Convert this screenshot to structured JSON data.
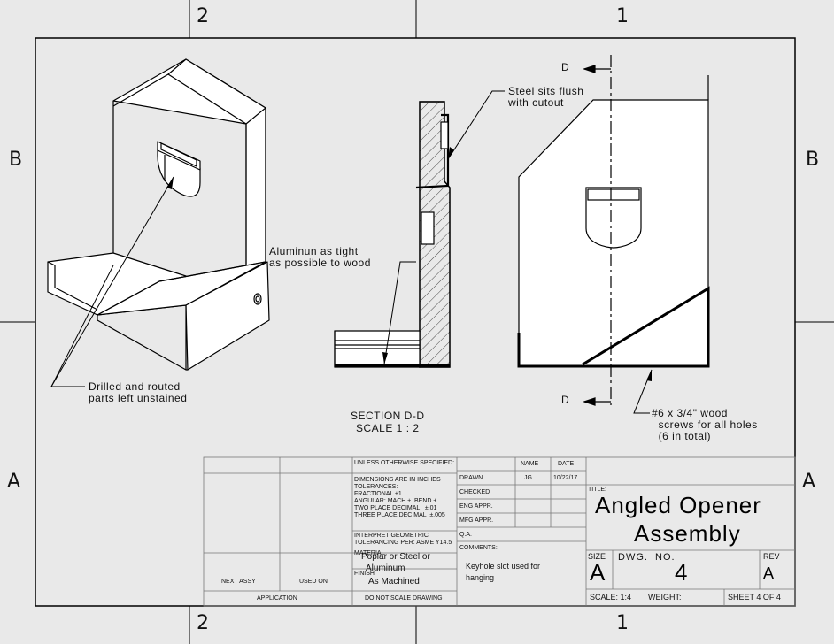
{
  "zones": {
    "top_left": "2",
    "top_right": "1",
    "bottom_left": "2",
    "bottom_right": "1",
    "left_upper": "B",
    "left_lower": "A",
    "right_upper": "B",
    "right_lower": "A"
  },
  "notes": {
    "drilled": "Drilled and routed\nparts left unstained",
    "aluminum": "Aluminun as tight\nas possible to wood",
    "steel": "Steel sits flush\nwith cutout",
    "section_title": "SECTION D-D",
    "section_scale": "SCALE 1 : 2",
    "screws": "#6 x 3/4\" wood\n  screws for all holes\n  (6 in total)",
    "section_marker_top": "D",
    "section_marker_bottom": "D"
  },
  "title_block": {
    "unless": "UNLESS OTHERWISE SPECIFIED:",
    "dimensions": "DIMENSIONS ARE IN INCHES\nTOLERANCES:\nFRACTIONAL ±1\nANGULAR: MACH ±  BEND ±\nTWO PLACE DECIMAL   ±.01\nTHREE PLACE DECIMAL  ±.005",
    "interpret": "INTERPRET GEOMETRIC\nTOLERANCING PER: ASME Y14.5",
    "material_label": "MATERIAL",
    "material_value": "Poplar or Steel or\n  Aluminum",
    "finish_label": "FINISH",
    "finish_value": "As Machined",
    "next_assy": "NEXT ASSY",
    "used_on": "USED ON",
    "application": "APPLICATION",
    "do_not_scale": "DO NOT SCALE DRAWING",
    "name_header": "NAME",
    "date_header": "DATE",
    "drawn_label": "DRAWN",
    "drawn_name": "JG",
    "drawn_date": "10/22/17",
    "checked_label": "CHECKED",
    "eng_appr": "ENG APPR.",
    "mfg_appr": "MFG APPR.",
    "qa": "Q.A.",
    "comments_label": "COMMENTS:",
    "comments_value": "Keyhole slot used for\nhanging",
    "title_label": "TITLE:",
    "title_line1": "Angled Opener",
    "title_line2": "Assembly",
    "size_label": "SIZE",
    "size_value": "A",
    "dwg_no_label": "DWG.  NO.",
    "dwg_no_value": "4",
    "rev_label": "REV",
    "rev_value": "A",
    "scale": "SCALE: 1:4",
    "weight": "WEIGHT:",
    "sheet": "SHEET 4 OF 4"
  }
}
